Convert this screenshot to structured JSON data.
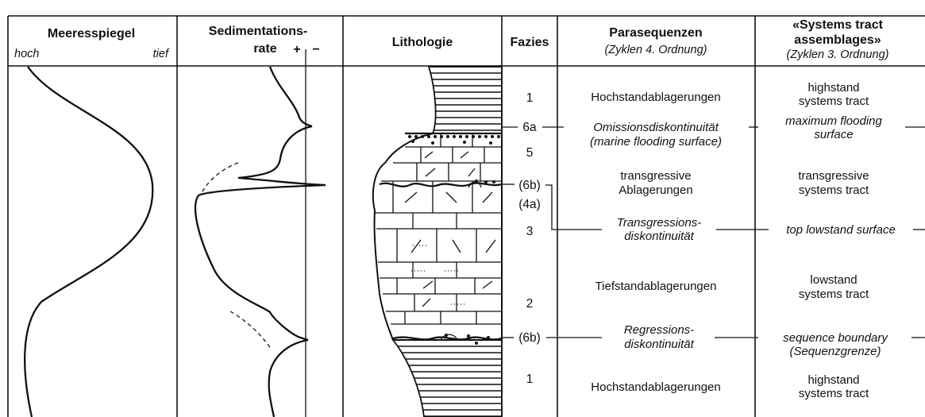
{
  "columns": {
    "sea_level": {
      "title": "Meeresspiegel",
      "left_label": "hoch",
      "right_label": "tief"
    },
    "sedimentation": {
      "title_line1": "Sedimentations-",
      "title_line2": "rate",
      "plus": "+",
      "minus": "−"
    },
    "lithology": {
      "title": "Lithologie"
    },
    "facies": {
      "title": "Fazies"
    },
    "parasequences": {
      "title": "Parasequenzen",
      "subtitle": "(Zyklen 4. Ordnung)"
    },
    "systems_tracts": {
      "title_line1": "«Systems tract",
      "title_line2": "assemblages»",
      "subtitle": "(Zyklen 3. Ordnung)"
    }
  },
  "facies_labels": [
    "1",
    "6a",
    "5",
    "(6b)",
    "(4a)",
    "3",
    "2",
    "(6b)",
    "1"
  ],
  "parasequence_labels": {
    "highstand_top": "Hochstandablagerungen",
    "omission_1": "Omissionsdiskontinuität",
    "omission_2": "(marine flooding surface)",
    "transgressive_1": "transgressive",
    "transgressive_2": "Ablagerungen",
    "transgression_disc_1": "Transgressions-",
    "transgression_disc_2": "diskontinuität",
    "lowstand": "Tiefstandablagerungen",
    "regression_disc_1": "Regressions-",
    "regression_disc_2": "diskontinuität",
    "highstand_bottom": "Hochstandablagerungen"
  },
  "systems_tract_labels": {
    "highstand_top_1": "highstand",
    "highstand_top_2": "systems tract",
    "mfs_1": "maximum flooding",
    "mfs_2": "surface",
    "tst_1": "transgressive",
    "tst_2": "systems tract",
    "tls": "top lowstand surface",
    "lst_1": "lowstand",
    "lst_2": "systems tract",
    "sb_1": "sequence boundary",
    "sb_2": "(Sequenzgrenze)",
    "highstand_bottom_1": "highstand",
    "highstand_bottom_2": "systems tract"
  }
}
